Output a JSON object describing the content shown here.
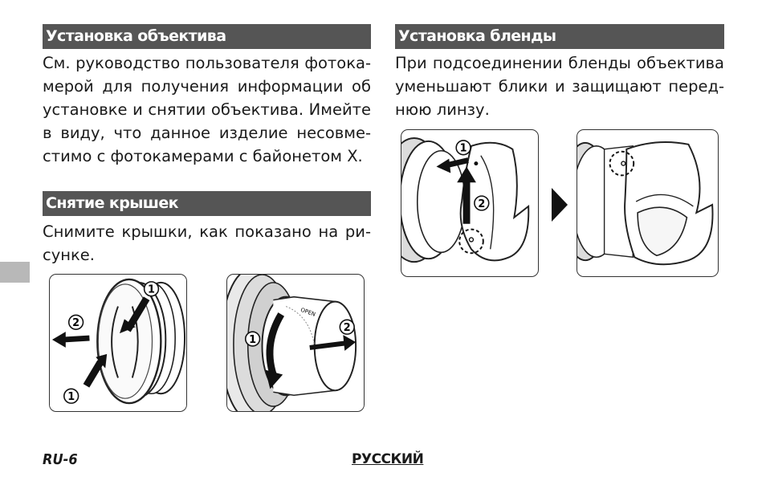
{
  "sections": {
    "lens": {
      "heading": "Установка объектива",
      "lines": [
        "См. руководство пользователя фотока-",
        "мерой для получения информации об",
        "установке и снятии объектива. Имейте",
        "в виду, что данное изделие несовме-",
        "стимо с фотокамерами с байонетом X."
      ]
    },
    "caps": {
      "heading": "Снятие крышек",
      "lines": [
        "Снимите крышки, как показано на ри-",
        "сунке."
      ]
    },
    "hood": {
      "heading": "Установка бленды",
      "lines": [
        "При подсоединении бленды объектива",
        "уменьшают блики и защищают перед-",
        "нюю линзу."
      ]
    }
  },
  "figure_labels": {
    "one": "1",
    "two": "2",
    "open": "OPEN"
  },
  "footer": {
    "page": "RU-6",
    "language": "РУССКИЙ"
  },
  "colors": {
    "heading_bar": "#555555",
    "side_tab": "#b8b8b8"
  }
}
